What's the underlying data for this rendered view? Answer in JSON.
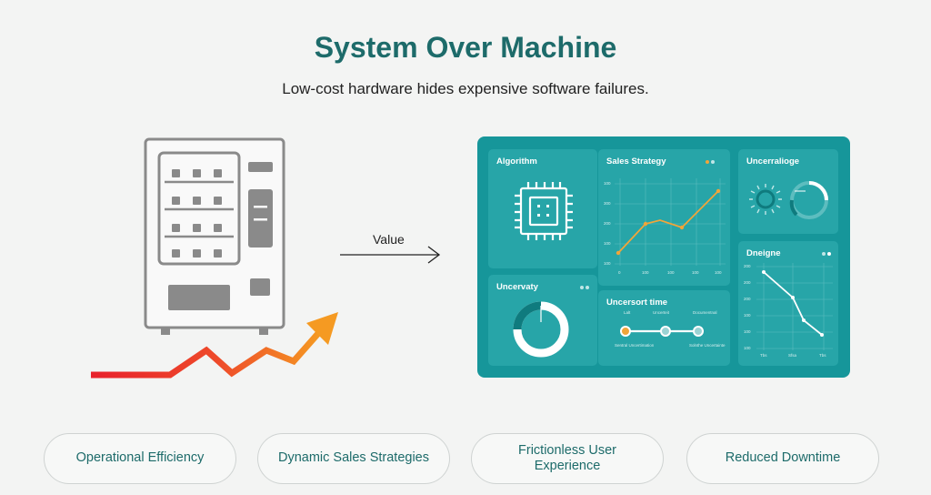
{
  "header": {
    "title": "System Over Machine",
    "subtitle": "Low-cost hardware hides expensive software failures."
  },
  "flow": {
    "arrow_label": "Value"
  },
  "dashboard": {
    "panels": {
      "algorithm": {
        "title": "Algorithm"
      },
      "sales_strategy": {
        "title": "Sales Strategy",
        "y_ticks": [
          "100",
          "300",
          "200",
          "100",
          "100"
        ],
        "x_ticks": [
          "0",
          "100",
          "100",
          "100",
          "100"
        ]
      },
      "uncertainty": {
        "title": "Uncerralioge"
      },
      "uptime": {
        "title": "Uncervaty"
      },
      "runtime": {
        "title": "Uncersort time",
        "top_labels": [
          "Lalt",
          "Uncerteit",
          "Documentnal"
        ],
        "bottom_labels": [
          "Sentral Uncertimation",
          "",
          "Solnthe Uncertainte"
        ]
      },
      "decline": {
        "title": "Dneigne",
        "y_ticks": [
          "200",
          "200",
          "200",
          "100",
          "100",
          "100"
        ],
        "x_ticks": [
          "Tbs",
          "Sfsa",
          "Tbs"
        ]
      }
    }
  },
  "pillars": [
    {
      "label": "Operational Efficiency"
    },
    {
      "label": "Dynamic Sales Strategies"
    },
    {
      "label": "Frictionless User Experience"
    },
    {
      "label": "Reduced Downtime"
    }
  ],
  "colors": {
    "title": "#1d6b6a",
    "dashboard_bg": "#16969a",
    "panel_bg": "#27a5a8",
    "trend_start": "#e8222c",
    "trend_end": "#f59a22",
    "chart_line": "#f0a53a"
  }
}
